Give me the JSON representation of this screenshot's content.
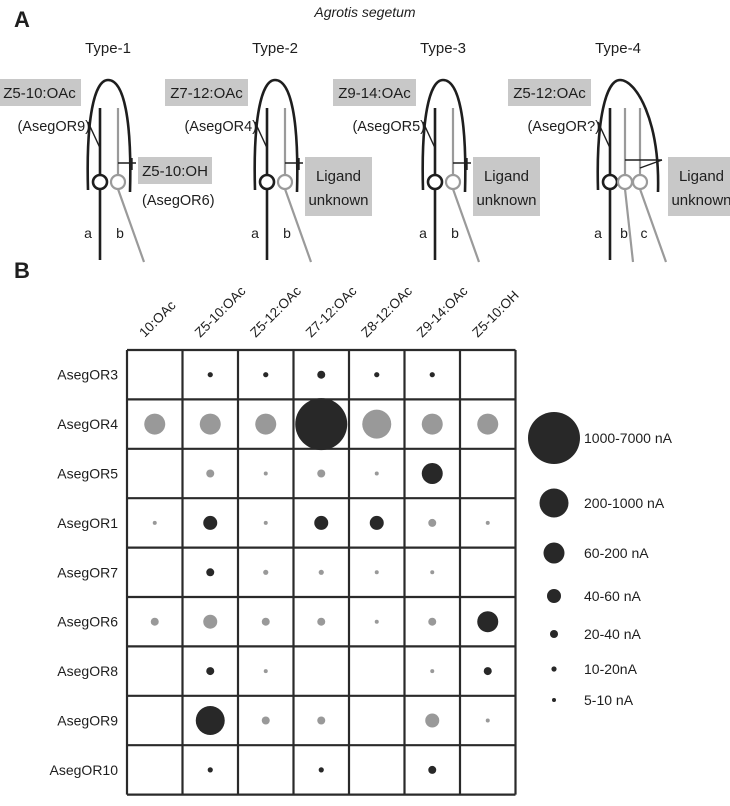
{
  "panelA": {
    "letter": "A",
    "species": "Agrotis segetum",
    "types": [
      {
        "title": "Type-1",
        "ligand_a": "Z5-10:OAc",
        "receptor_a": "(AsegOR9)",
        "ligand_b_lines": [
          "Z5-10:OH"
        ],
        "receptor_b": "(AsegOR6)",
        "neurons": [
          "a",
          "b"
        ]
      },
      {
        "title": "Type-2",
        "ligand_a": "Z7-12:OAc",
        "receptor_a": "(AsegOR4)",
        "ligand_b_lines": [
          "Ligand",
          "unknown"
        ],
        "receptor_b": "",
        "neurons": [
          "a",
          "b"
        ]
      },
      {
        "title": "Type-3",
        "ligand_a": "Z9-14:OAc",
        "receptor_a": "(AsegOR5)",
        "ligand_b_lines": [
          "Ligand",
          "unknown"
        ],
        "receptor_b": "",
        "neurons": [
          "a",
          "b"
        ]
      },
      {
        "title": "Type-4",
        "ligand_a": "Z5-12:OAc",
        "receptor_a": "(AsegOR?)",
        "ligand_b_lines": [
          "Ligand",
          "unknown"
        ],
        "receptor_b": "",
        "neurons": [
          "a",
          "b",
          "c"
        ]
      }
    ],
    "colors": {
      "dark": "#1e1e1e",
      "gray": "#9a9a9a",
      "box": "#c8c8c8"
    }
  },
  "panelB": {
    "letter": "B"
  },
  "chart_data": {
    "type": "bubble-grid",
    "title": "",
    "columns": [
      "10:OAc",
      "Z5-10:OAc",
      "Z5-12:OAc",
      "Z7-12:OAc",
      "Z8-12:OAc",
      "Z9-14:OAc",
      "Z5-10:OH"
    ],
    "rows": [
      "AsegOR3",
      "AsegOR4",
      "AsegOR5",
      "AsegOR1",
      "AsegOR7",
      "AsegOR6",
      "AsegOR8",
      "AsegOR9",
      "AsegOR10"
    ],
    "size_categories": [
      "5-10 nA",
      "10-20nA",
      "20-40 nA",
      "40-60 nA",
      "60-200 nA",
      "200-1000 nA",
      "1000-7000 nA"
    ],
    "legend_order": [
      "1000-7000 nA",
      "200-1000 nA",
      "60-200 nA",
      "40-60 nA",
      "20-40 nA",
      "10-20nA",
      "5-10 nA"
    ],
    "legend_placement": "right",
    "color_key": {
      "dark": "#282828",
      "gray": "#999999"
    },
    "cells": [
      [
        null,
        {
          "size": "10-20nA",
          "color": "dark"
        },
        {
          "size": "10-20nA",
          "color": "dark"
        },
        {
          "size": "20-40 nA",
          "color": "dark"
        },
        {
          "size": "10-20nA",
          "color": "dark"
        },
        {
          "size": "10-20nA",
          "color": "dark"
        },
        null
      ],
      [
        {
          "size": "60-200 nA",
          "color": "gray"
        },
        {
          "size": "60-200 nA",
          "color": "gray"
        },
        {
          "size": "60-200 nA",
          "color": "gray"
        },
        {
          "size": "1000-7000 nA",
          "color": "dark"
        },
        {
          "size": "200-1000 nA",
          "color": "gray"
        },
        {
          "size": "60-200 nA",
          "color": "gray"
        },
        {
          "size": "60-200 nA",
          "color": "gray"
        }
      ],
      [
        null,
        {
          "size": "20-40 nA",
          "color": "gray"
        },
        {
          "size": "5-10 nA",
          "color": "gray"
        },
        {
          "size": "20-40 nA",
          "color": "gray"
        },
        {
          "size": "5-10 nA",
          "color": "gray"
        },
        {
          "size": "60-200 nA",
          "color": "dark"
        },
        null
      ],
      [
        {
          "size": "5-10 nA",
          "color": "gray"
        },
        {
          "size": "40-60 nA",
          "color": "dark"
        },
        {
          "size": "5-10 nA",
          "color": "gray"
        },
        {
          "size": "40-60 nA",
          "color": "dark"
        },
        {
          "size": "40-60 nA",
          "color": "dark"
        },
        {
          "size": "20-40 nA",
          "color": "gray"
        },
        {
          "size": "5-10 nA",
          "color": "gray"
        }
      ],
      [
        null,
        {
          "size": "20-40 nA",
          "color": "dark"
        },
        {
          "size": "10-20nA",
          "color": "gray"
        },
        {
          "size": "10-20nA",
          "color": "gray"
        },
        {
          "size": "5-10 nA",
          "color": "gray"
        },
        {
          "size": "5-10 nA",
          "color": "gray"
        },
        null
      ],
      [
        {
          "size": "20-40 nA",
          "color": "gray"
        },
        {
          "size": "40-60 nA",
          "color": "gray"
        },
        {
          "size": "20-40 nA",
          "color": "gray"
        },
        {
          "size": "20-40 nA",
          "color": "gray"
        },
        {
          "size": "5-10 nA",
          "color": "gray"
        },
        {
          "size": "20-40 nA",
          "color": "gray"
        },
        {
          "size": "60-200 nA",
          "color": "dark"
        }
      ],
      [
        null,
        {
          "size": "20-40 nA",
          "color": "dark"
        },
        {
          "size": "5-10 nA",
          "color": "gray"
        },
        null,
        null,
        {
          "size": "5-10 nA",
          "color": "gray"
        },
        {
          "size": "20-40 nA",
          "color": "dark"
        }
      ],
      [
        null,
        {
          "size": "200-1000 nA",
          "color": "dark"
        },
        {
          "size": "20-40 nA",
          "color": "gray"
        },
        {
          "size": "20-40 nA",
          "color": "gray"
        },
        null,
        {
          "size": "40-60 nA",
          "color": "gray"
        },
        {
          "size": "5-10 nA",
          "color": "gray"
        }
      ],
      [
        null,
        {
          "size": "10-20nA",
          "color": "dark"
        },
        null,
        {
          "size": "10-20nA",
          "color": "dark"
        },
        null,
        {
          "size": "20-40 nA",
          "color": "dark"
        },
        null
      ]
    ]
  }
}
